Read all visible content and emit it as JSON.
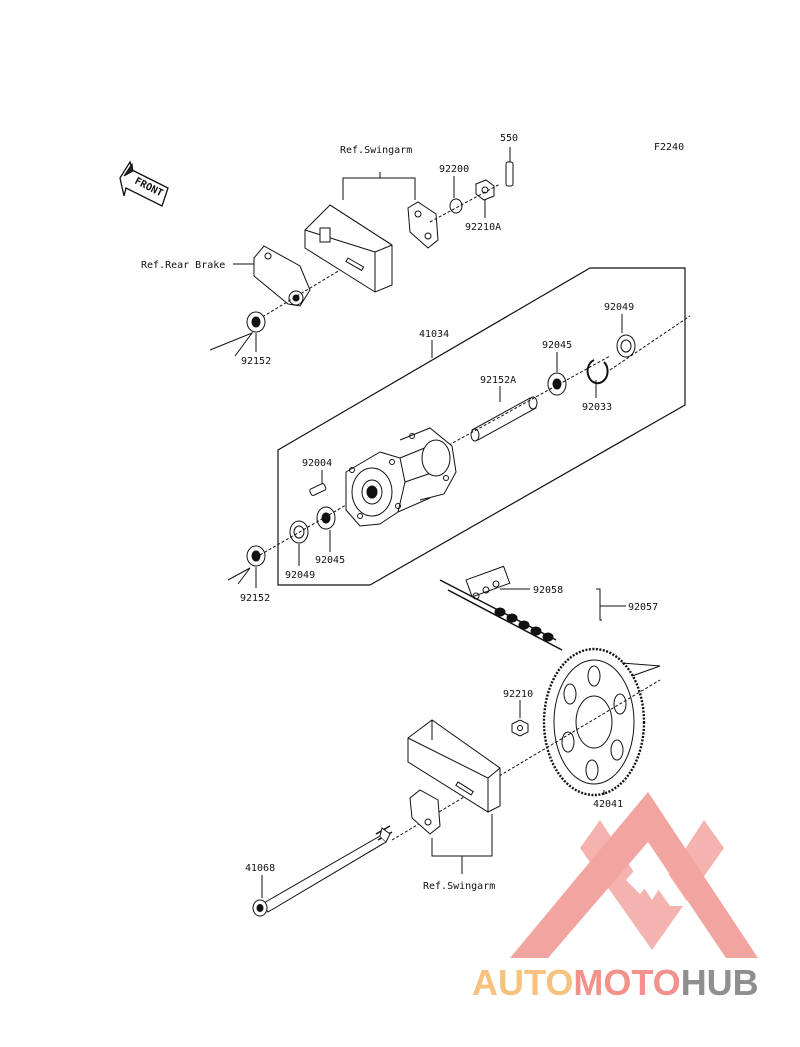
{
  "figure_code": "F2240",
  "front_label": "FRONT",
  "refs": {
    "swingarm_top": "Ref.Swingarm",
    "rear_brake": "Ref.Rear Brake",
    "swingarm_bottom": "Ref.Swingarm"
  },
  "parts": {
    "p550": "550",
    "p92200": "92200",
    "p92210A": "92210A",
    "p92152_top": "92152",
    "p41034": "41034",
    "p92049_right": "92049",
    "p92045_right": "92045",
    "p92152A": "92152A",
    "p92033": "92033",
    "p92004": "92004",
    "p92045_left": "92045",
    "p92049_left": "92049",
    "p92152_bottom": "92152",
    "p92058": "92058",
    "p92057": "92057",
    "p92210": "92210",
    "p42041": "42041",
    "p41068": "41068"
  },
  "watermark": {
    "part1": "AUTO",
    "part2": "MOTO",
    "part3": "HUB",
    "colors": {
      "auto": "#f6c27e",
      "moto": "#f1928c",
      "hub": "#8f8f8f",
      "logo": "#f2a19b"
    }
  }
}
